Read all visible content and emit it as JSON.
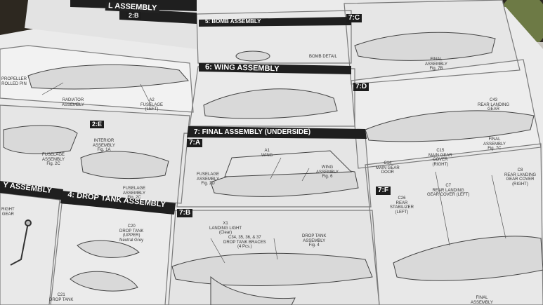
{
  "sheet": {
    "section_headers": {
      "top_left": "L ASSEMBLY",
      "bomb": "5: BOMB ASSEMBLY",
      "wing": "6: WING ASSEMBLY",
      "final": "7: FINAL ASSEMBLY (UNDERSIDE)",
      "bottom_left": "Y ASSEMBLY",
      "drop_tank": "4: DROP TANK ASSEMBLY"
    },
    "step_tags": [
      "2:B",
      "2:E",
      "7:A",
      "7:B",
      "7:C",
      "7:D",
      "7:F"
    ],
    "part_labels": {
      "radiator_assembly": "RADIATOR\nASSEMBLY",
      "fuselage_left": "A2\nFUSELAGE\n(LEFT)",
      "propeller_rolled_pin": "PROPELLER\nROLLED PIN",
      "fuselage_assembly": "FUSELAGE\nASSEMBLY\nFig. 2C",
      "interior_assembly": "INTERIOR\nASSEMBLY\nFig. 1A",
      "fuselage_assembly_2c": "FUSELAGE\nASSEMBLY\nFig. 2C",
      "c20": "C20\nDROP TANK\n(UPPER)\nNeutral Grey",
      "c21": "C21\nDROP TANK",
      "a1": "A1\nWING",
      "fuselage_assembly_2d": "FUSELAGE\nASSEMBLY\nFig. 2D",
      "wing_assembly": "WING\nASSEMBLY\nFig. 6",
      "landing_light": "X1\nLANDING LIGHT\n(Clear)",
      "drop_tank_braces": "C34, 35, 36, & 37\nDROP TANK BRACES\n(4 Pcs.)",
      "drop_tank_assembly": "DROP TANK\nASSEMBLY\nFig. 4",
      "final_assembly_7b": "FINAL\nASSEMBLY\nFig. 7B",
      "main_gear_door": "C14\nMAIN GEAR\nDOOR",
      "main_gear_cover": "C15\nMAIN GEAR\nCOVER\n(RIGHT)",
      "final_assembly_7c": "FINAL\nASSEMBLY\nFig. 7C",
      "rear_landing_gear": "C43\nREAR LANDING\nGEAR",
      "rear_stabilizer": "C26\nREAR\nSTABILIZER\n(LEFT)",
      "rear_landing_gear_cover": "C7\nREAR LANDING\nGEAR COVER (LEFT)",
      "c8": "C8\nREAR LANDING\nGEAR COVER\n(RIGHT)",
      "final_7f": "FINAL\nASSEMBLY",
      "bomb_detail": "BOMB DETAIL",
      "right_gear": "RIGHT\nGEAR",
      "drop_tank_c21": "DROP TANK"
    }
  }
}
